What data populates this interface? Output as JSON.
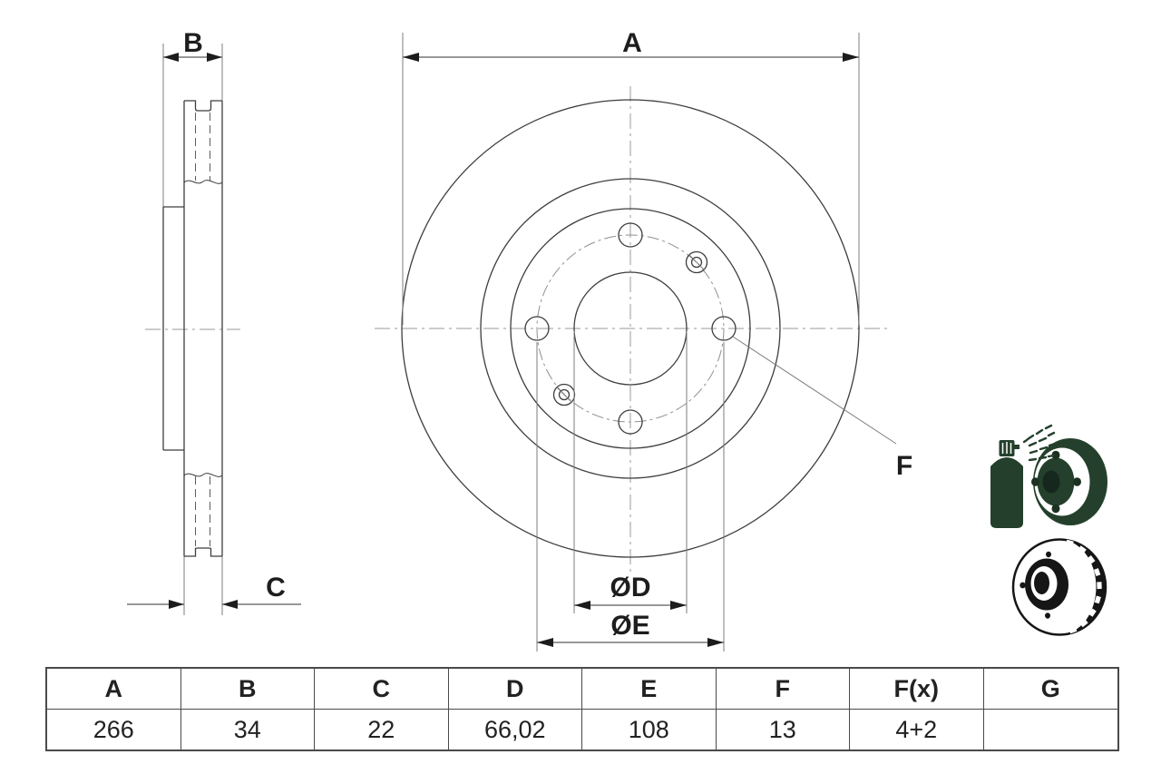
{
  "sheet": {
    "type": "brake-disc-technical-drawing",
    "background": "#ffffff"
  },
  "front_view": {
    "label_a": "A",
    "label_d": "ØD",
    "label_e": "ØE",
    "label_f": "F"
  },
  "side_view": {
    "label_b": "B",
    "label_c": "C"
  },
  "table": {
    "columns": [
      {
        "header": "A",
        "value": "266"
      },
      {
        "header": "B",
        "value": "34"
      },
      {
        "header": "C",
        "value": "22"
      },
      {
        "header": "D",
        "value": "66,02"
      },
      {
        "header": "E",
        "value": "108"
      },
      {
        "header": "F",
        "value": "13"
      },
      {
        "header": "F(x)",
        "value": "4+2"
      },
      {
        "header": "G",
        "value": ""
      }
    ]
  },
  "icons": {
    "coated_disc": {
      "meaning": "spray-coated brake disc",
      "color": "#24402c"
    },
    "vented_disc": {
      "meaning": "internally vented brake disc",
      "color": "#161616"
    }
  },
  "colors": {
    "object_line": "#3d3d3d",
    "extension_line": "#7d7d7d",
    "centerline": "#9a9a9a",
    "dimension_text": "#1d1d1d",
    "table_border": "#4a4a4a",
    "icon_green": "#24402c",
    "icon_black": "#161616"
  }
}
